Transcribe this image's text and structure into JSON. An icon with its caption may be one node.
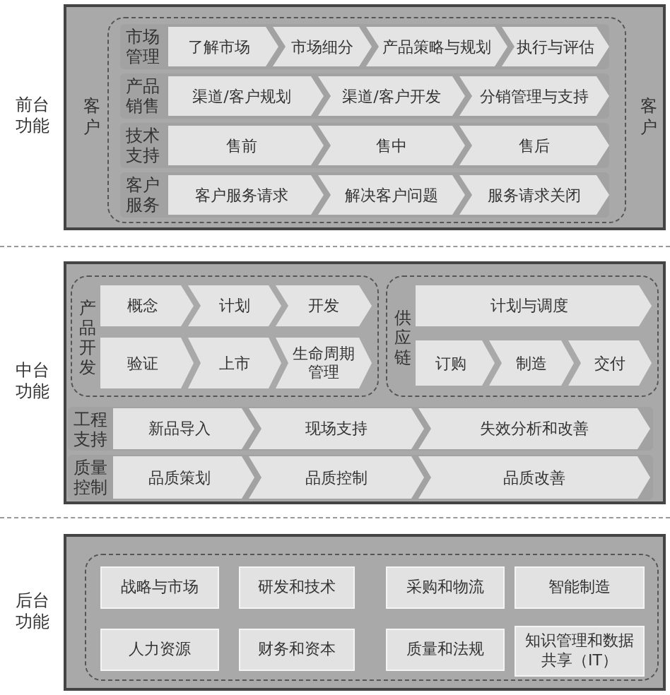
{
  "diagram": {
    "nodes": [
      {
        "text": [
          "前台功能"
        ]
      },
      {
        "text": [],
        "shape": "box",
        "in": 0
      },
      {
        "text": [
          "市场管理"
        ],
        "in": 1
      },
      {
        "text": [
          "了解市场"
        ],
        "in": 2
      },
      {
        "text": [
          "市场细分"
        ],
        "in": 2
      },
      {
        "text": [
          "产品策略与规划"
        ],
        "in": 2
      },
      {
        "text": [
          "执行与评估"
        ],
        "in": 2
      },
      {
        "text": [
          "产品销售"
        ],
        "in": 1
      },
      {
        "text": [
          "渠道/客户规划"
        ],
        "in": 7
      },
      {
        "text": [
          "渠道/客户开发"
        ],
        "in": 7
      },
      {
        "text": [
          "分销管理与支持"
        ],
        "in": 7
      },
      {
        "text": [
          "技术支持"
        ],
        "in": 1
      },
      {
        "text": [
          "售前"
        ],
        "in": 11
      },
      {
        "text": [
          "售中"
        ],
        "in": 11
      },
      {
        "text": [
          "售后"
        ],
        "in": 11
      },
      {
        "text": [
          "客户服务"
        ],
        "in": 1
      },
      {
        "text": [
          "客户服务请求"
        ],
        "in": 15
      },
      {
        "text": [
          "解决客户问题"
        ],
        "in": 15
      },
      {
        "text": [
          "服务请求关闭"
        ],
        "in": 15
      },
      {
        "text": [
          "中台功能"
        ]
      },
      {
        "text": [
          "产品开发"
        ],
        "in": 19
      },
      {
        "text": [
          "概念"
        ],
        "in": 20
      },
      {
        "text": [
          "计划"
        ],
        "in": 20
      },
      {
        "text": [
          "开发"
        ],
        "in": 20
      },
      {
        "text": [
          "验证"
        ],
        "in": 20
      },
      {
        "text": [
          "上市"
        ],
        "in": 20
      },
      {
        "text": [
          "生命周期管理"
        ],
        "in": 20
      },
      {
        "text": [
          "供应链"
        ],
        "in": 19
      },
      {
        "text": [
          "计划与调度"
        ],
        "in": 27
      },
      {
        "text": [
          "订购"
        ],
        "in": 27
      },
      {
        "text": [
          "制造"
        ],
        "in": 27
      },
      {
        "text": [
          "交付"
        ],
        "in": 27
      },
      {
        "text": [
          "工程支持"
        ],
        "in": 19
      },
      {
        "text": [
          "新品导入"
        ],
        "in": 32
      },
      {
        "text": [
          "现场支持"
        ],
        "in": 32
      },
      {
        "text": [
          "失效分析和改善"
        ],
        "in": 32
      },
      {
        "text": [
          "质量控制"
        ],
        "in": 19
      },
      {
        "text": [
          "品质策划"
        ],
        "in": 36
      },
      {
        "text": [
          "品质控制"
        ],
        "in": 36
      },
      {
        "text": [
          "品质改善"
        ],
        "in": 36
      },
      {
        "text": [
          "后台功能"
        ]
      },
      {
        "text": [],
        "shape": "box",
        "in": 40
      },
      {
        "text": [
          "战略与市场"
        ],
        "in": 41
      },
      {
        "text": [
          "研发和技术"
        ],
        "in": 41
      },
      {
        "text": [
          "采购和物流"
        ],
        "in": 41
      },
      {
        "text": [
          "智能制造"
        ],
        "in": 41
      },
      {
        "text": [
          "人力资源"
        ],
        "in": 41
      },
      {
        "text": [
          "财务和资本"
        ],
        "in": 41
      },
      {
        "text": [
          "质量和法规"
        ],
        "in": 41
      },
      {
        "text": [
          "知识管理和数据共享（IT）"
        ],
        "in": 41
      }
    ],
    "labels": [
      "客户",
      "客户"
    ]
  }
}
